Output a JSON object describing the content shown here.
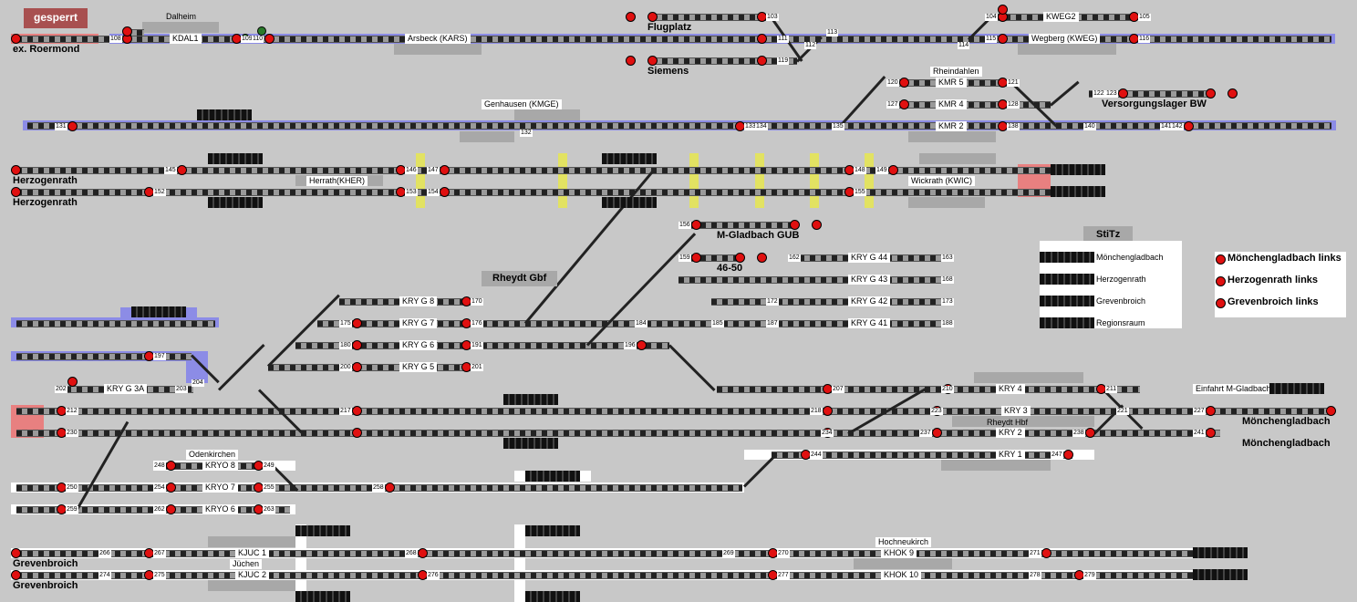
{
  "status": {
    "locked_label": "gesperrt"
  },
  "stations": {
    "roermond": "ex. Roermond",
    "dalheim": "Dalheim",
    "kdal": "KDAL1",
    "arsbeck": "Arsbeck (KARS)",
    "flugplatz": "Flugplatz",
    "siemens": "Siemens",
    "kweg2": "KWEG2",
    "wegberg": "Wegberg (KWEG)",
    "rheindahlen": "Rheindahlen",
    "kmr5": "KMR 5",
    "kmr4": "KMR 4",
    "kmr2": "KMR 2",
    "versorgung": "Versorgungslager BW",
    "genhausen": "Genhausen (KMGE)",
    "herzogenrath": "Herzogenrath",
    "herrath": "Herrath(KHER)",
    "wickrath": "Wickrath (KWIC)",
    "mgladbach_gub": "M-Gladbach GUB",
    "rheydt_gbf": "Rheydt Gbf",
    "g4650": "46-50",
    "kry_g44": "KRY G 44",
    "kry_g43": "KRY G 43",
    "kry_g42": "KRY G 42",
    "kry_g41": "KRY G 41",
    "kry_g8": "KRY G 8",
    "kry_g7": "KRY G 7",
    "kry_g6": "KRY G 6",
    "kry_g5": "KRY G 5",
    "kry_g3a": "KRY G 3A",
    "kry4": "KRY 4",
    "kry3": "KRY 3",
    "kry2": "KRY 2",
    "kry1": "KRY 1",
    "rheydt_hbf": "Rheydt Hbf",
    "einfahrt": "Einfahrt M-Gladbach",
    "mgladbach": "Mönchengladbach",
    "odenkirchen": "Odenkirchen",
    "kryo8": "KRYO 8",
    "kryo7": "KRYO 7",
    "kryo6": "KRYO 6",
    "grevenbroich": "Grevenbroich",
    "kjuc1": "KJUC 1",
    "kjuc2": "KJUC 2",
    "juchen": "Jüchen",
    "hochneukirch": "Hochneukirch",
    "khok9": "KHOK 9",
    "khok10": "KHOK 10"
  },
  "stitz": {
    "title": "StiTz",
    "items": [
      "Mönchengladbach",
      "Herzogenrath",
      "Grevenbroich",
      "Regionsraum"
    ]
  },
  "legend": {
    "items": [
      "Mönchengladbach links",
      "Herzogenrath links",
      "Grevenbroich links"
    ]
  },
  "colors": {
    "track": "#222222",
    "signal": "#e01010",
    "occupied": "#8c8ce6",
    "locked": "#a85050"
  },
  "numbers": {
    "n108": "108",
    "n109": "109",
    "n110": "110",
    "n103": "103",
    "n111": "111",
    "n112": "112",
    "n113": "113",
    "n119": "119",
    "n104": "104",
    "n105": "105",
    "n114": "114",
    "n115": "115",
    "n116": "116",
    "n120": "120",
    "n121": "121",
    "n127": "127",
    "n128": "128",
    "n122": "122",
    "n123": "123",
    "n131": "131",
    "n132": "132",
    "n133": "133",
    "n134": "134",
    "n135": "135",
    "n138": "138",
    "n140": "140",
    "n141": "141",
    "n142": "142",
    "n145": "145",
    "n146": "146",
    "n147": "147",
    "n148": "148",
    "n149": "149",
    "n152": "152",
    "n153": "153",
    "n154": "154",
    "n155": "155",
    "n156": "156",
    "n159": "159",
    "n162": "162",
    "n163": "163",
    "n168": "168",
    "n172": "172",
    "n173": "173",
    "n187": "187",
    "n188": "188",
    "n170": "170",
    "n175": "175",
    "n176": "176",
    "n180": "180",
    "n191": "191",
    "n200": "200",
    "n201": "201",
    "n184": "184",
    "n185": "185",
    "n196": "196",
    "n197": "197",
    "n202": "202",
    "n203": "203",
    "n204": "204",
    "n207": "207",
    "n210": "210",
    "n211": "211",
    "n212": "212",
    "n217": "217",
    "n218": "218",
    "n227": "227",
    "n221": "221",
    "n223": "223",
    "n230": "230",
    "n234": "234",
    "n237": "237",
    "n238": "238",
    "n241": "241",
    "n244": "244",
    "n247": "247",
    "n248": "248",
    "n249": "249",
    "n250": "250",
    "n254": "254",
    "n255": "255",
    "n259": "259",
    "n262": "262",
    "n263": "263",
    "n258": "258",
    "n266": "266",
    "n267": "267",
    "n268": "268",
    "n269": "269",
    "n270": "270",
    "n271": "271",
    "n274": "274",
    "n275": "275",
    "n276": "276",
    "n277": "277",
    "n278": "278",
    "n279": "279"
  }
}
